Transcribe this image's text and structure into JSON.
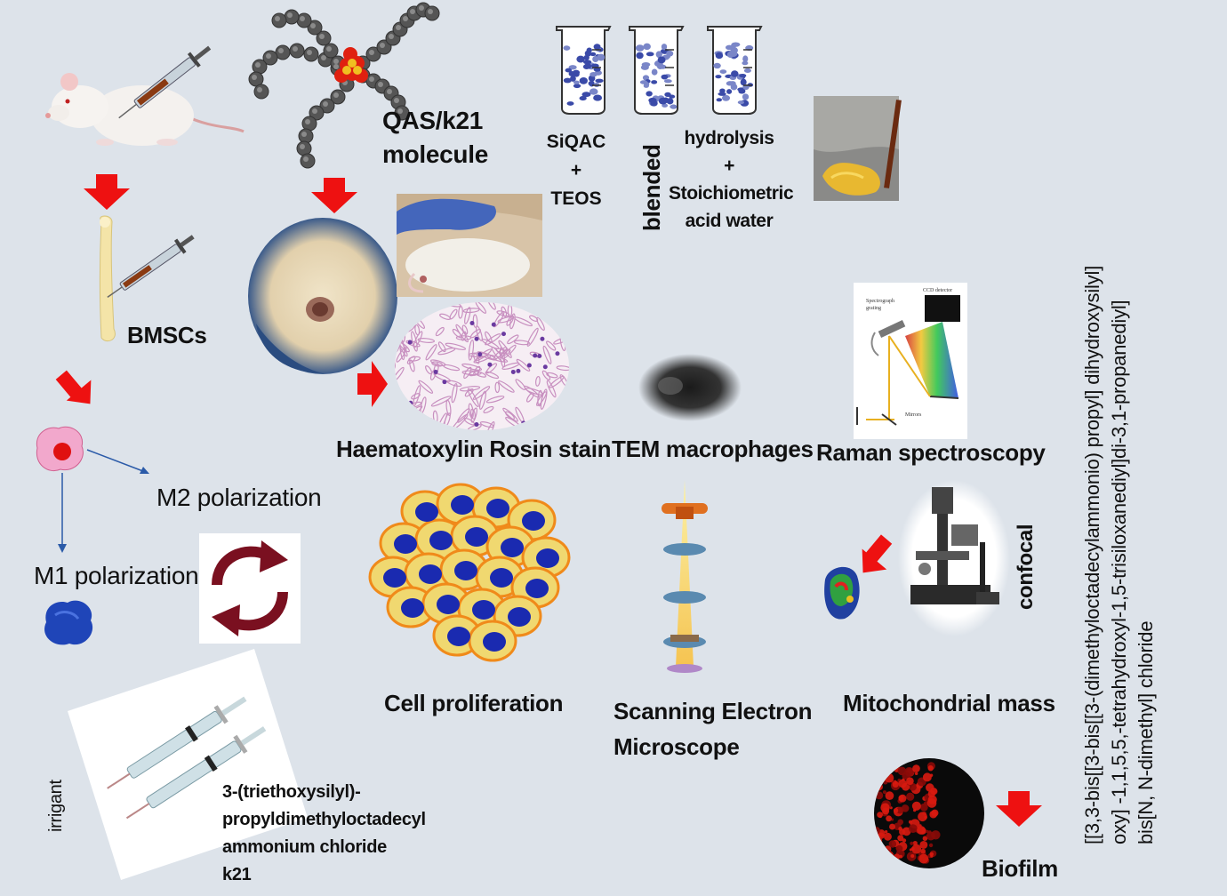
{
  "molecule_label": [
    "QAS/k21",
    "molecule"
  ],
  "bmsc_label": "BMSCs",
  "m2_label": "M2 polarization",
  "m1_label": "M1 polarization",
  "beaker1": [
    "SiQAC",
    "+",
    "TEOS"
  ],
  "beaker2": "blended",
  "beaker3": [
    "hydrolysis",
    "+",
    "Stoichiometric",
    "acid water"
  ],
  "he_label": "Haematoxylin Rosin stain",
  "tem_label": "TEM macrophages",
  "raman_label": "Raman spectroscopy",
  "raman_diagram": {
    "grating": [
      "Spectrograph",
      "grating"
    ],
    "ccd": "CCD detector",
    "mirrors": "Mirrors"
  },
  "cell_label": "Cell proliferation",
  "sem_label": [
    "Scanning Electron",
    "Microscope"
  ],
  "confocal_label": "confocal",
  "mito_label": "Mitochondrial mass",
  "biofilm_label": "Biofilm",
  "irrigant_label": "irrigant",
  "k21_label": [
    "3-(triethoxysilyl)-",
    "propyldimethyloctadecyl",
    "ammonium chloride",
    "k21"
  ],
  "chem_name": [
    "[[3,3-bis[[3-bis[[3-(dimethyloctadecylammonio) propyl] dihydroxysilyl]",
    "oxy] -1,1,5,5,-tetrahydroxyl-1,5-trisiloxanediyl]di-3,1-propanediyl]",
    "bis[N, N-dimethyl] chloride"
  ],
  "colors": {
    "arrow": "#ee1111",
    "blue_arrow": "#2a5aa8",
    "cycle": "#7a1020"
  }
}
